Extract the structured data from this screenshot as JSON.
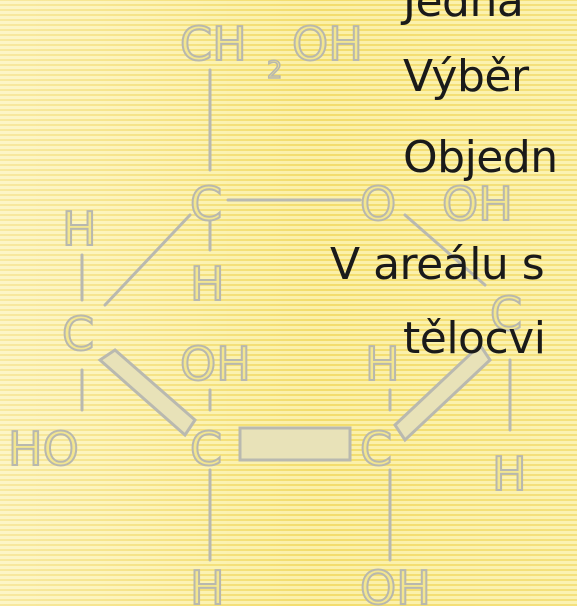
{
  "slide": {
    "lines": [
      "Jedná",
      "Výběr",
      "Objedn",
      "V areálu s",
      "tělocvi"
    ]
  },
  "molecule": {
    "labels": {
      "ch2oh": "CH",
      "ch2oh_sub": "2",
      "ch2oh_oh": "OH",
      "c_top": "C",
      "o_ring": "O",
      "oh_right_top": "OH",
      "h_left_top": "H",
      "h_under_c_top": "H",
      "c_left": "C",
      "oh_mid": "OH",
      "h_mid_right": "H",
      "c_right": "C",
      "ho_left": "HO",
      "c_bottom_left": "C",
      "c_bottom_right": "C",
      "h_right": "H",
      "h_bottom": "H",
      "oh_bottom": "OH"
    }
  }
}
